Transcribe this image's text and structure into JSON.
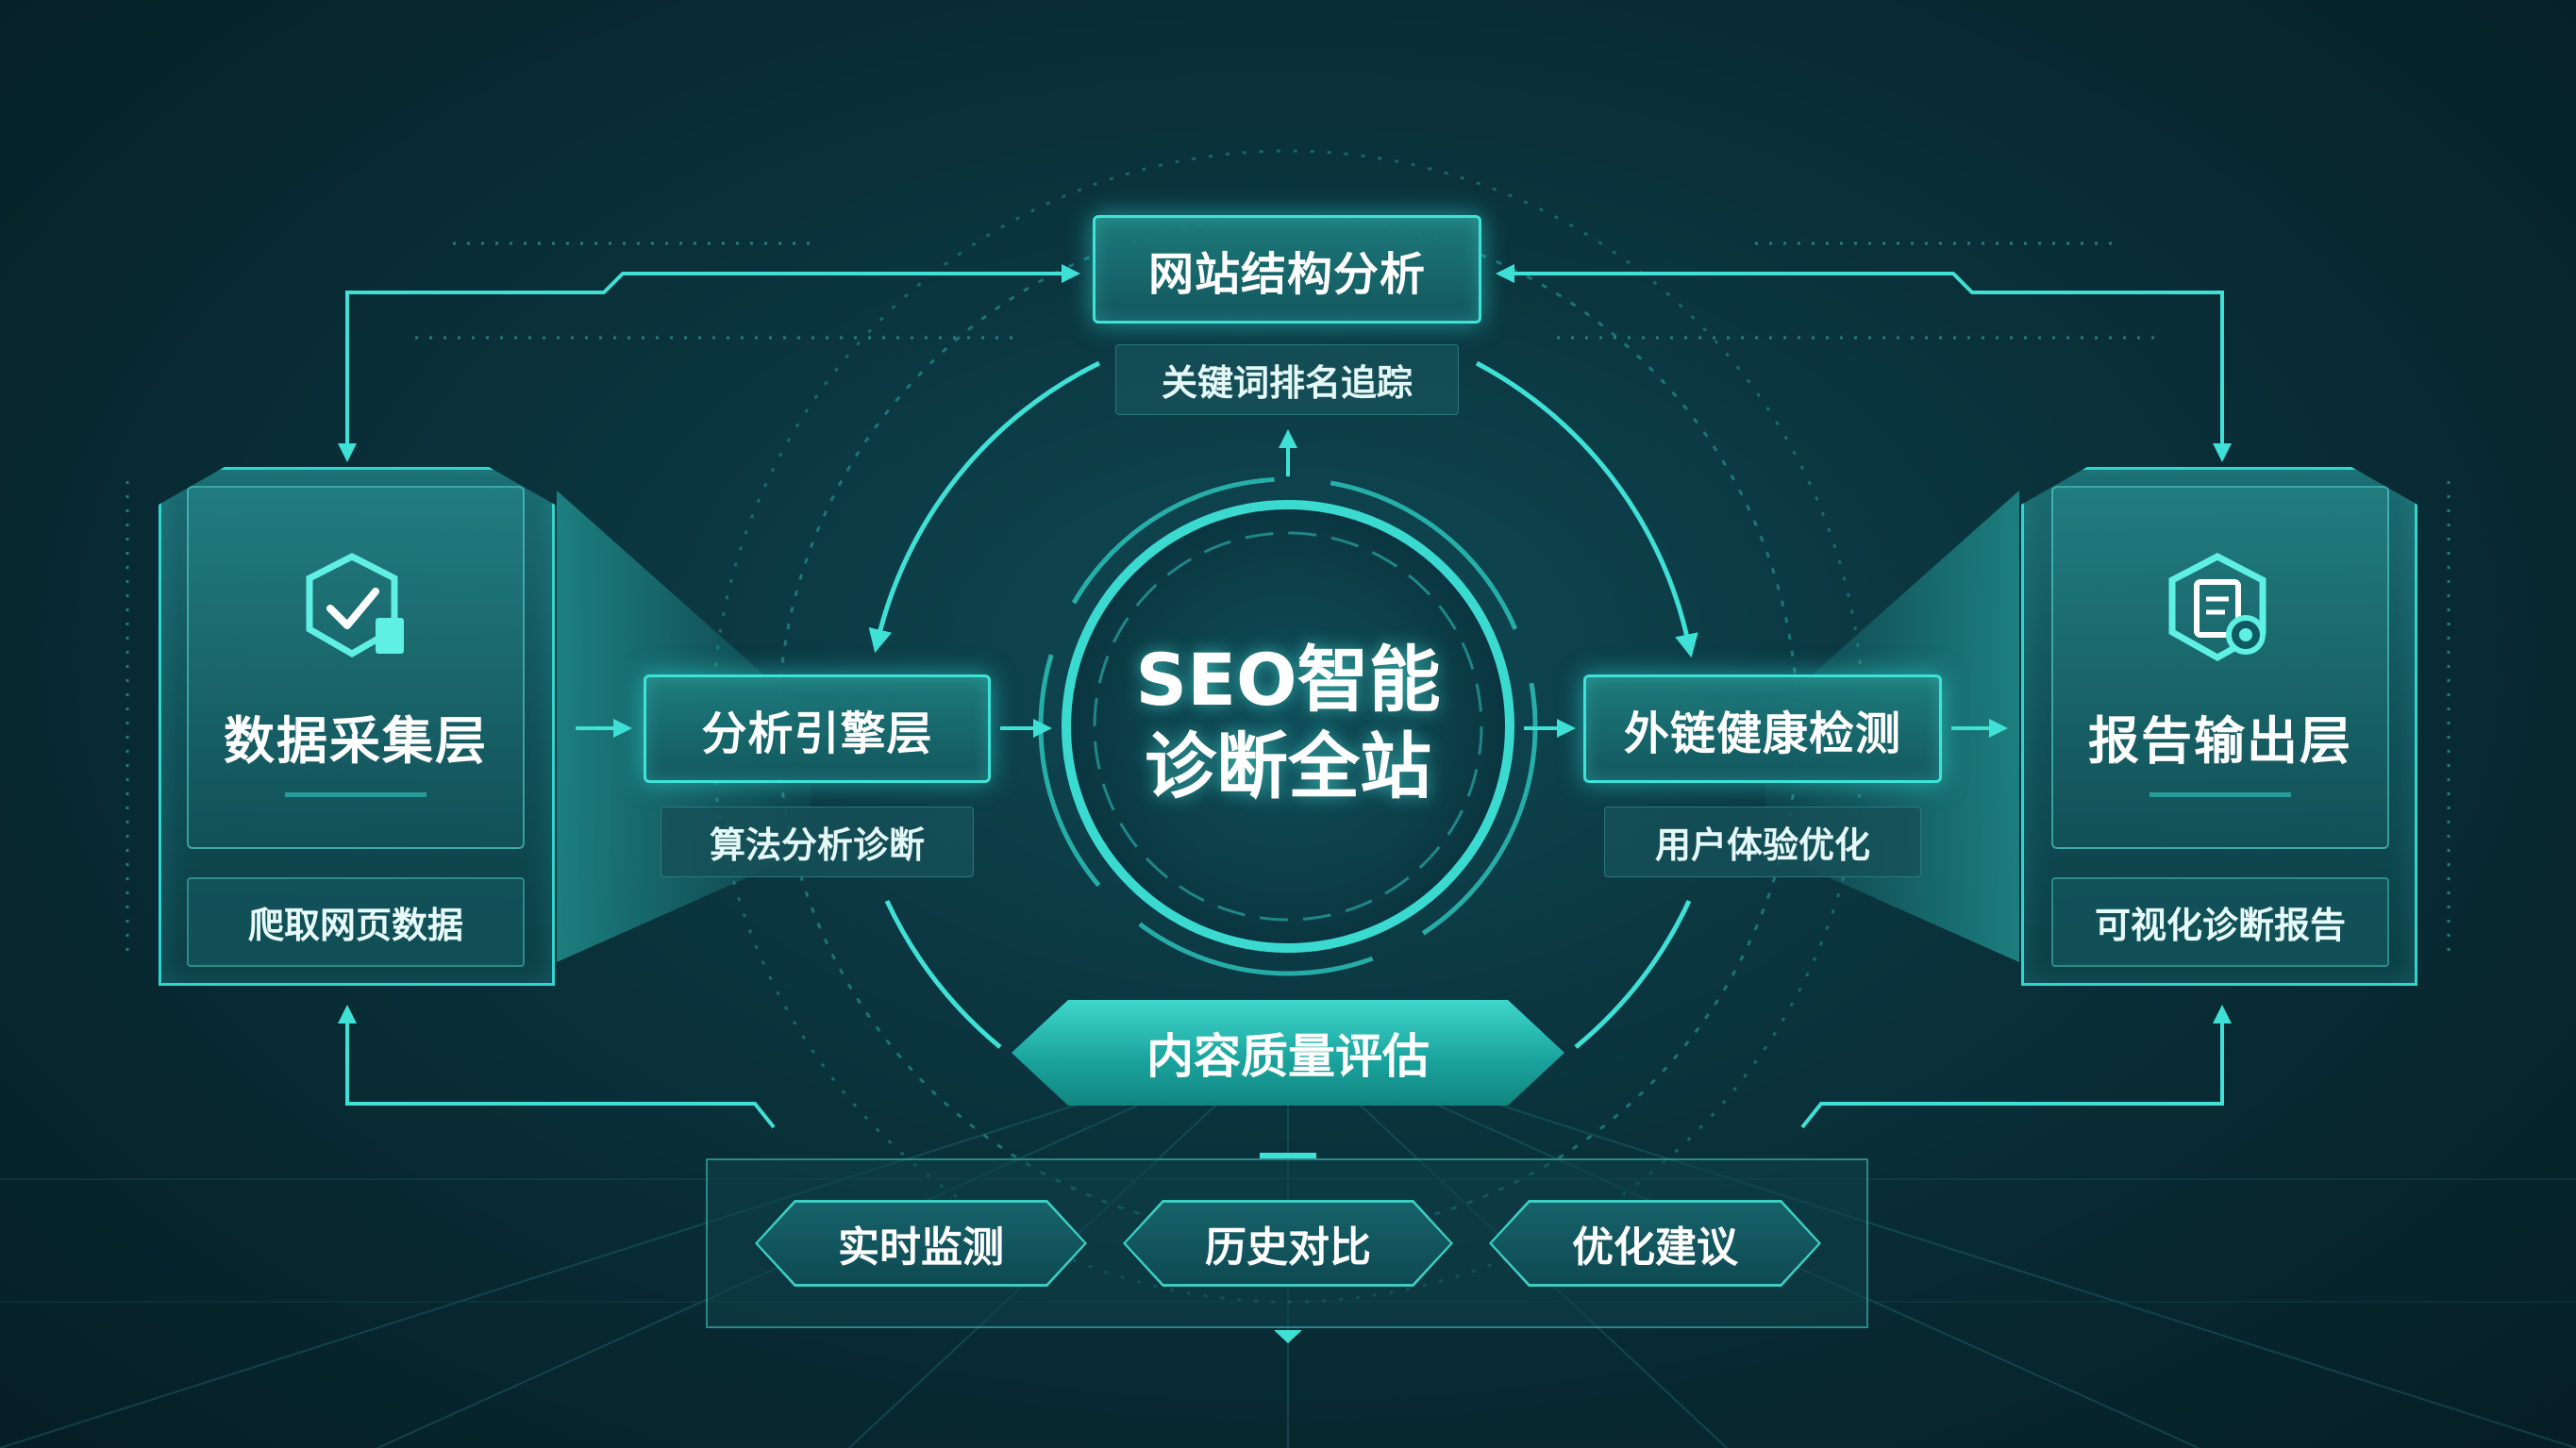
{
  "center": {
    "line1": "SEO智能",
    "line2": "诊断全站"
  },
  "left_panel": {
    "title": "数据采集层",
    "subtitle": "爬取网页数据",
    "icon": "shield-check-icon"
  },
  "right_panel": {
    "title": "报告输出层",
    "subtitle": "可视化诊断报告",
    "icon": "report-document-icon"
  },
  "modules": {
    "top": {
      "title": "网站结构分析",
      "sub": "关键词排名追踪"
    },
    "left": {
      "title": "分析引擎层",
      "sub": "算法分析诊断"
    },
    "right": {
      "title": "外链健康检测",
      "sub": "用户体验优化"
    },
    "bottom": {
      "title": "内容质量评估"
    }
  },
  "bottom_tags": [
    "实时监测",
    "历史对比",
    "优化建议"
  ],
  "colors": {
    "accent": "#2fd6cf",
    "background": "#0b3640",
    "glow": "#3ee3d8"
  }
}
